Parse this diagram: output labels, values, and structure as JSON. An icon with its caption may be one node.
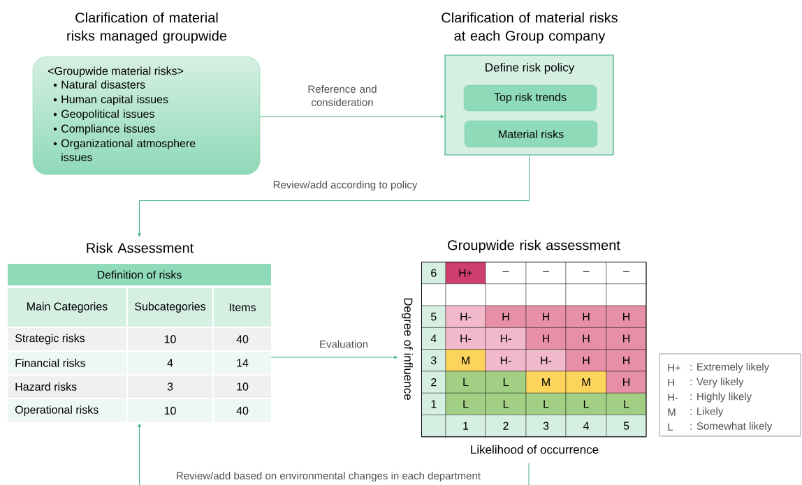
{
  "diagram": {
    "nodes": [
      {
        "text": [
          "Clarification of material risks managed groupwide",
          "<Groupwide material risks>",
          "Natural disasters",
          "Human capital issues",
          "Geopolitical issues",
          "Compliance issues",
          "Organizational atmosphere issues"
        ]
      },
      {
        "text": [
          "Clarification of material risks at each Group company",
          "Define risk policy"
        ]
      },
      {
        "text": [
          "Top risk trends"
        ],
        "in": 1
      },
      {
        "text": [
          "Material risks"
        ],
        "in": 1
      },
      {
        "text": [
          "Risk Assessment"
        ]
      },
      {
        "text": [
          "Groupwide risk assessment"
        ]
      },
      {
        "text": [
          "H+",
          ": Extremely likely",
          "H",
          ": Very likely",
          "H-",
          ": Highly likely",
          "M",
          ": Likely",
          "L",
          ": Somewhat likely"
        ]
      }
    ],
    "edges": [
      {
        "from": 0,
        "to": 1,
        "arrow": "to",
        "label": "Reference and consideration"
      },
      {
        "from": 1,
        "to": 4,
        "arrow": "to",
        "label": "Review/add according to policy"
      },
      {
        "from": 4,
        "to": 5,
        "arrow": "to",
        "label": "Evaluation"
      },
      {
        "from": null,
        "to": 4,
        "arrow": "to",
        "label": "Review/add based on environmental changes in each department"
      }
    ],
    "labels": [
      "Definition of risks",
      "Main Categories",
      "Subcategories",
      "Items",
      "Strategic risks",
      "10",
      "40",
      "Financial risks",
      "4",
      "14",
      "Hazard risks",
      "3",
      "10",
      "Operational risks",
      "10",
      "40",
      "Degree of influence",
      "6",
      "H+",
      "–",
      "–",
      "–",
      "–",
      "5",
      "H-",
      "H",
      "H",
      "H",
      "H",
      "4",
      "H-",
      "H-",
      "H",
      "H",
      "H",
      "3",
      "M",
      "H-",
      "H-",
      "H",
      "H",
      "2",
      "L",
      "L",
      "M",
      "M",
      "H",
      "1",
      "L",
      "L",
      "L",
      "L",
      "L",
      "1",
      "2",
      "3",
      "4",
      "5",
      "Likelihood of occurrence"
    ]
  }
}
